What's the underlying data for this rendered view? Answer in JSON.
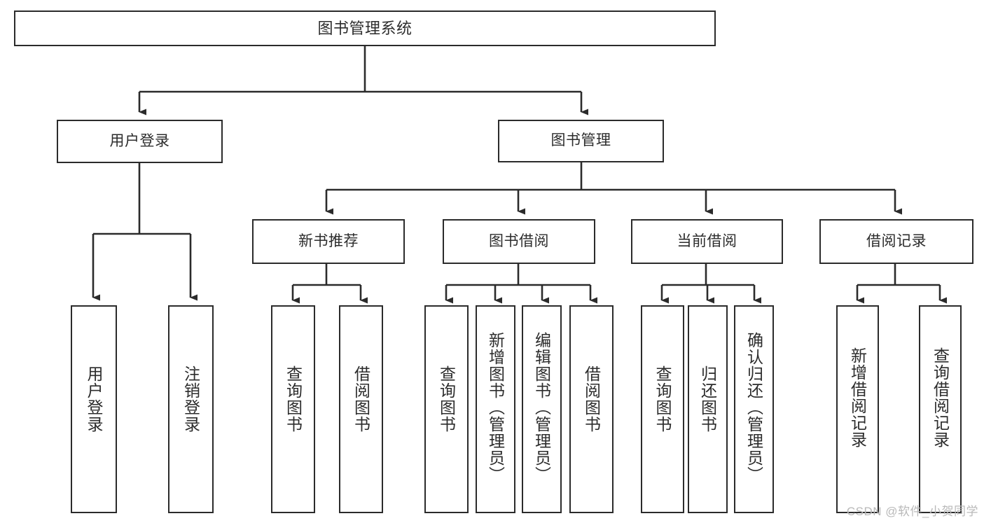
{
  "diagram": {
    "title": "图书管理系统",
    "type": "tree-hierarchy-chart",
    "watermark": "CSDN @软件_小贺同学",
    "colors": {
      "background": "#ffffff",
      "border": "#2b2b2b",
      "text": "#2c2c2c",
      "connector": "#2b2b2b",
      "watermark": "#b9b9b9"
    },
    "nodes": {
      "root": {
        "label": "图书管理系统"
      },
      "level1": [
        {
          "label": "用户登录"
        },
        {
          "label": "图书管理"
        }
      ],
      "level2": [
        {
          "label": "新书推荐"
        },
        {
          "label": "图书借阅"
        },
        {
          "label": "当前借阅"
        },
        {
          "label": "借阅记录"
        }
      ],
      "leaves": {
        "user_login": [
          {
            "label": "用户登录"
          },
          {
            "label": "注销登录"
          }
        ],
        "new_book_recommend": [
          {
            "label": "查询图书"
          },
          {
            "label": "借阅图书"
          }
        ],
        "book_borrow": [
          {
            "label": "查询图书"
          },
          {
            "label": "新增图书（管理员）"
          },
          {
            "label": "编辑图书（管理员）"
          },
          {
            "label": "借阅图书"
          }
        ],
        "current_borrow": [
          {
            "label": "查询图书"
          },
          {
            "label": "归还图书"
          },
          {
            "label": "确认归还（管理员）"
          }
        ],
        "borrow_record": [
          {
            "label": "新增借阅记录"
          },
          {
            "label": "查询借阅记录"
          }
        ]
      }
    }
  }
}
